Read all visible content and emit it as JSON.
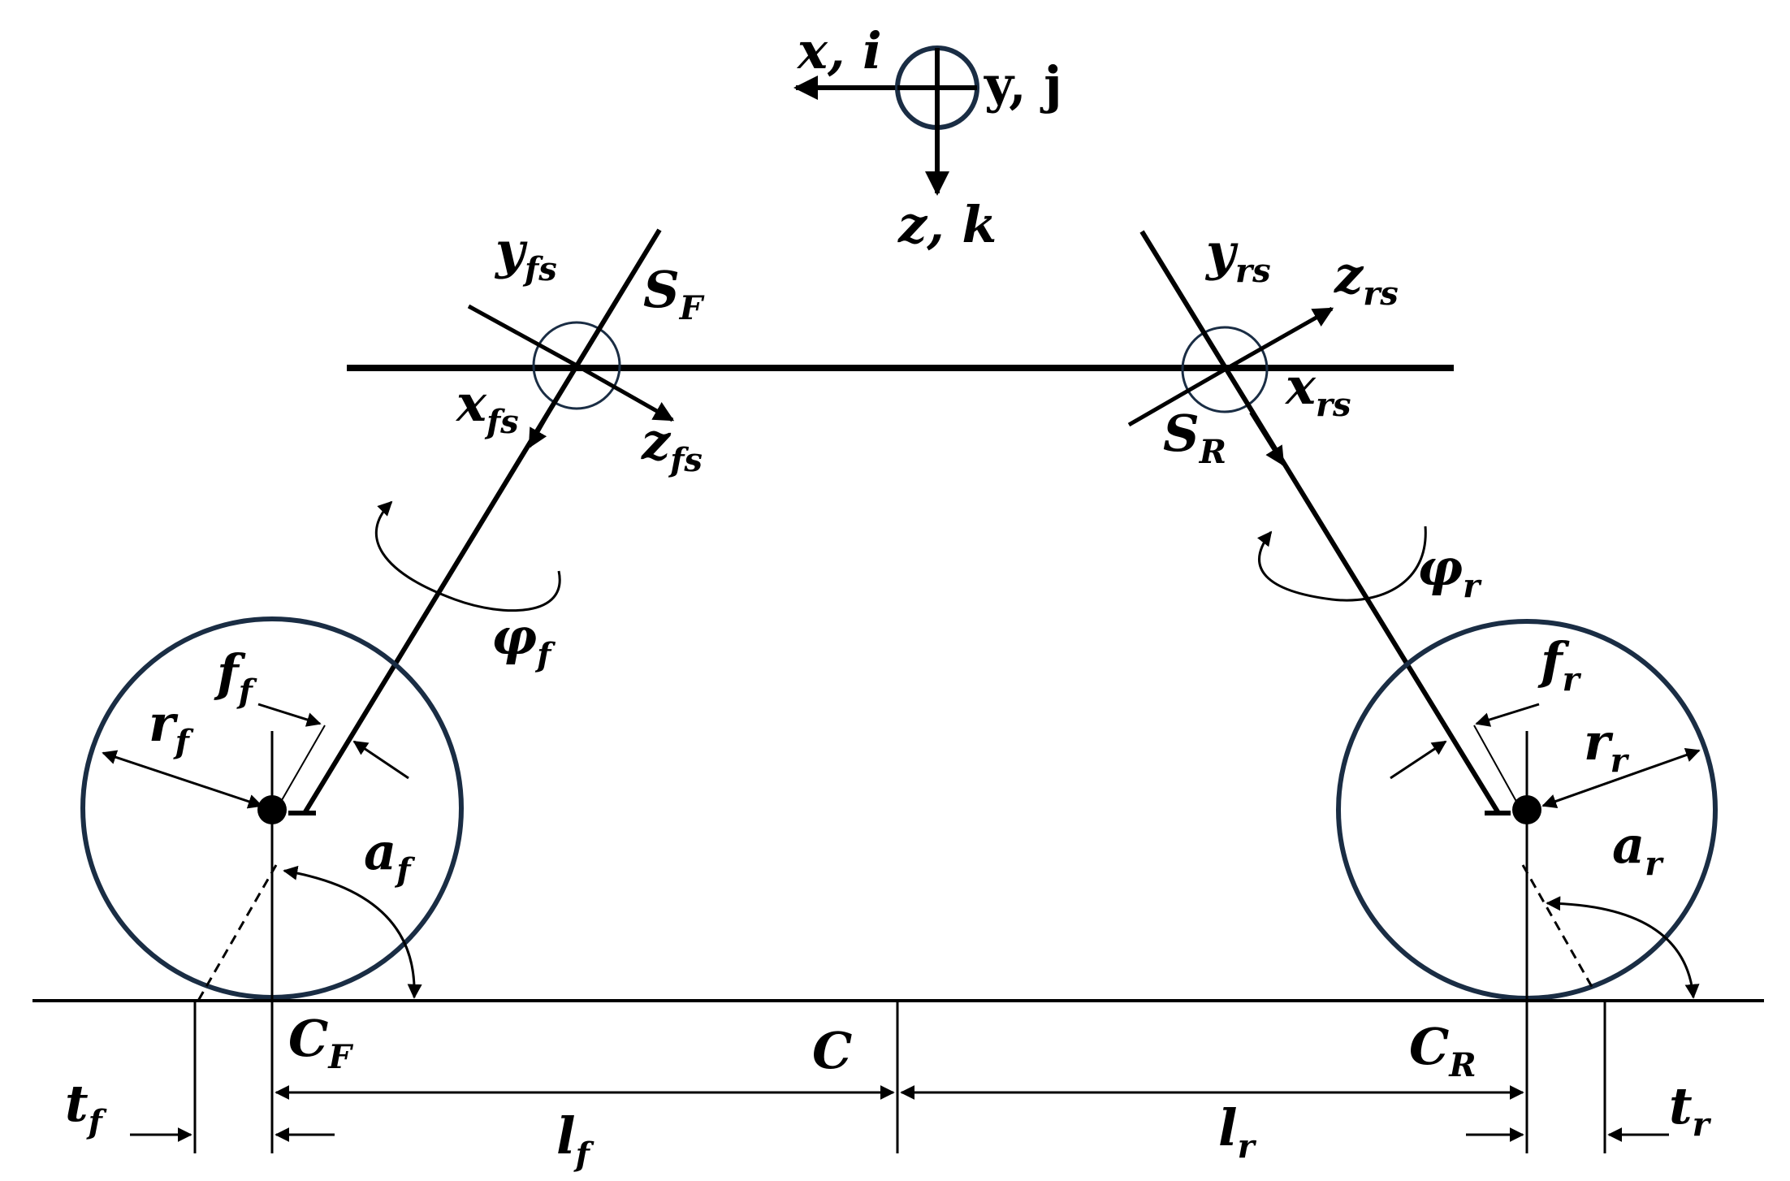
{
  "colors": {
    "ink": "#000000",
    "wheel": "#1a2d44",
    "background": "#ffffff"
  },
  "axes": {
    "x": {
      "main": "x, i"
    },
    "y": {
      "main": "y, j"
    },
    "z": {
      "main": "z, k"
    }
  },
  "front": {
    "steer_axis": {
      "main": "S",
      "sub": "F"
    },
    "yfs": {
      "main": "y",
      "sub": "fs"
    },
    "xfs": {
      "main": "x",
      "sub": "fs"
    },
    "zfs": {
      "main": "z",
      "sub": "fs"
    },
    "phi": {
      "main": "φ",
      "sub": "f"
    },
    "offset": {
      "main": "f",
      "sub": "f"
    },
    "radius": {
      "main": "r",
      "sub": "f"
    },
    "angle": {
      "main": "a",
      "sub": "f"
    },
    "contact": {
      "main": "C",
      "sub": "F"
    },
    "trail": {
      "main": "t",
      "sub": "f"
    },
    "length": {
      "main": "l",
      "sub": "f"
    }
  },
  "rear": {
    "steer_axis": {
      "main": "S",
      "sub": "R"
    },
    "yrs": {
      "main": "y",
      "sub": "rs"
    },
    "xrs": {
      "main": "x",
      "sub": "rs"
    },
    "zrs": {
      "main": "z",
      "sub": "rs"
    },
    "phi": {
      "main": "φ",
      "sub": "r"
    },
    "offset": {
      "main": "f",
      "sub": "r"
    },
    "radius": {
      "main": "r",
      "sub": "r"
    },
    "angle": {
      "main": "a",
      "sub": "r"
    },
    "contact": {
      "main": "C",
      "sub": "R"
    },
    "trail": {
      "main": "t",
      "sub": "r"
    },
    "length": {
      "main": "l",
      "sub": "r"
    }
  },
  "center": {
    "main": "C"
  }
}
